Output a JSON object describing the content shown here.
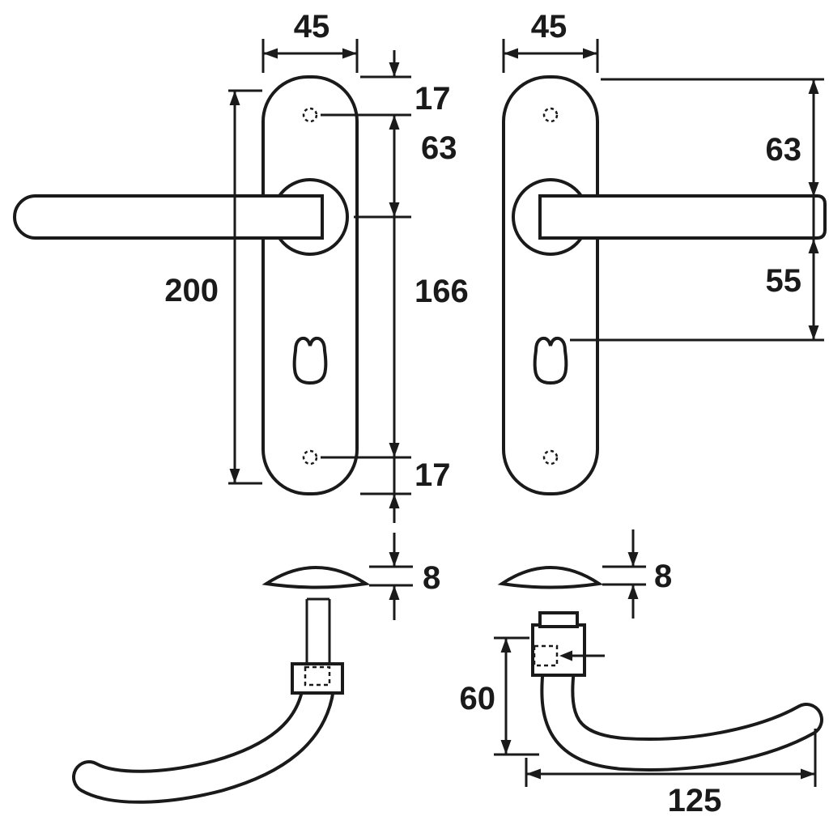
{
  "drawing": {
    "type": "door-handle-backplate-technical-drawing",
    "colors": {
      "line": "#1a1a1a",
      "background": "#ffffff"
    },
    "dimensions": {
      "plate_width_left": "45",
      "plate_width_right": "45",
      "top_hole_offset": "17",
      "top_hole_to_handle": "63",
      "plate_height": "200",
      "hole_spacing": "166",
      "bottom_hole_offset": "17",
      "plate_top_to_handle_right": "63",
      "handle_to_keyhole": "55",
      "rose_thickness_left": "8",
      "rose_thickness_right": "8",
      "handle_side_height": "60",
      "handle_length": "125"
    }
  }
}
